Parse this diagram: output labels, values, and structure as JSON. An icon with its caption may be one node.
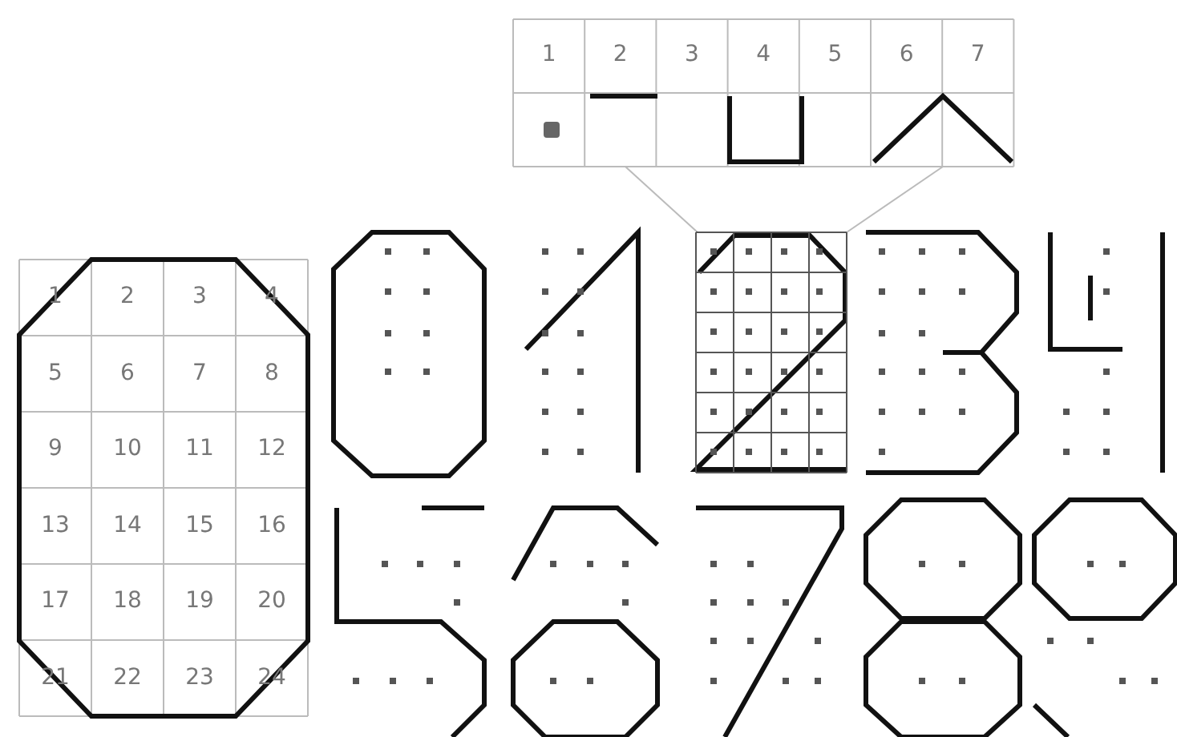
{
  "diagram": {
    "labels": [
      "1",
      "2",
      "3",
      "4",
      "5",
      "6",
      "7",
      "1",
      "2",
      "3",
      "4",
      "5",
      "6",
      "7",
      "8",
      "9",
      "10",
      "11",
      "12",
      "13",
      "14",
      "15",
      "16",
      "17",
      "18",
      "19",
      "20",
      "21",
      "22",
      "23",
      "24"
    ]
  }
}
